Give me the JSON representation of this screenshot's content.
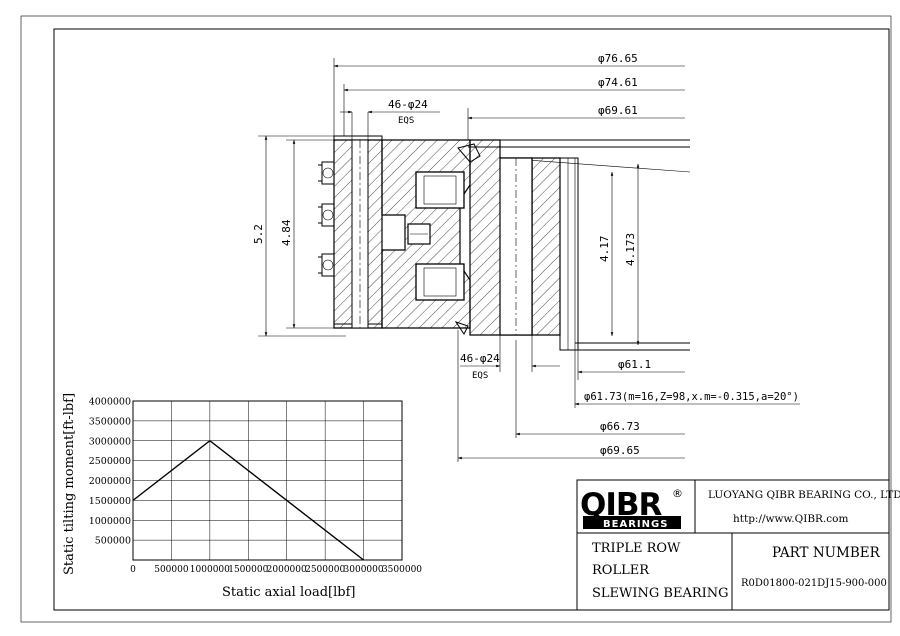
{
  "dims": {
    "top": [
      "φ76.65",
      "φ74.61",
      "φ69.61"
    ],
    "holes_top": {
      "label": "46-φ24",
      "sub": "EQS"
    },
    "left": [
      "5.2",
      "4.84"
    ],
    "right": [
      "4.17",
      "4.173"
    ],
    "holes_bottom": {
      "label": "46-φ24",
      "sub": "EQS"
    },
    "bottom": [
      "φ61.1",
      "φ61.73(m=16,Z=98,x.m=-0.315,a=20°)",
      "φ66.73",
      "φ69.65"
    ]
  },
  "title_block": {
    "logo_text": "QIBR",
    "logo_mark": "®",
    "logo_sub": "BEARINGS",
    "company": "LUOYANG QIBR BEARING CO., LTD",
    "url": "http://www.QIBR.com",
    "name_lines": [
      "TRIPLE ROW",
      "ROLLER",
      "SLEWING BEARING"
    ],
    "part_number_label": "PART NUMBER",
    "part_number": "R0D01800-021DJ15-900-000"
  },
  "chart_data": {
    "type": "line",
    "ylabel": "Static tilting moment[ft-lbf]",
    "xlabel": "Static axial load[lbf]",
    "xlim": [
      0,
      3500000
    ],
    "ylim": [
      0,
      4000000
    ],
    "x_ticks": [
      "0",
      "500000",
      "1000000",
      "1500000",
      "2000000",
      "2500000",
      "3000000",
      "3500000"
    ],
    "y_ticks": [
      "500000",
      "1000000",
      "1500000",
      "2000000",
      "2500000",
      "3000000",
      "3500000",
      "4000000"
    ],
    "grid": true,
    "series": [
      {
        "x": [
          0,
          1000000,
          3000000
        ],
        "y": [
          1500000,
          3000000,
          0
        ]
      }
    ]
  }
}
